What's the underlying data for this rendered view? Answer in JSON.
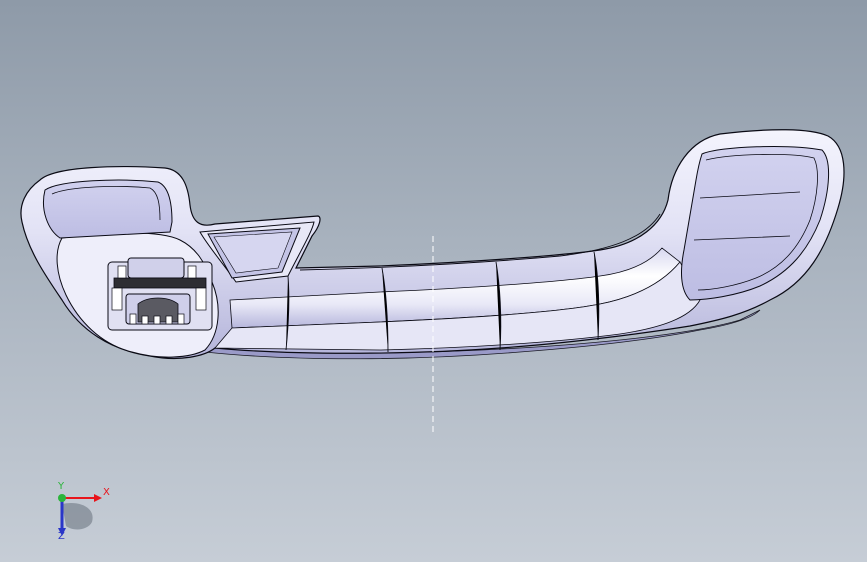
{
  "viewport": {
    "background_top": "#8e9aa8",
    "background_bottom": "#c6cdd6"
  },
  "model": {
    "body_color": "#e4e4f6",
    "shade_color": "#b9b9df",
    "edge_color": "#0a0a14",
    "clip_color": "#2e2e33"
  },
  "triad": {
    "x_label": "X",
    "y_label": "Y",
    "z_label": "Z",
    "x_color": "#e8141b",
    "y_color": "#2bb43b",
    "z_color": "#2a36c8"
  }
}
